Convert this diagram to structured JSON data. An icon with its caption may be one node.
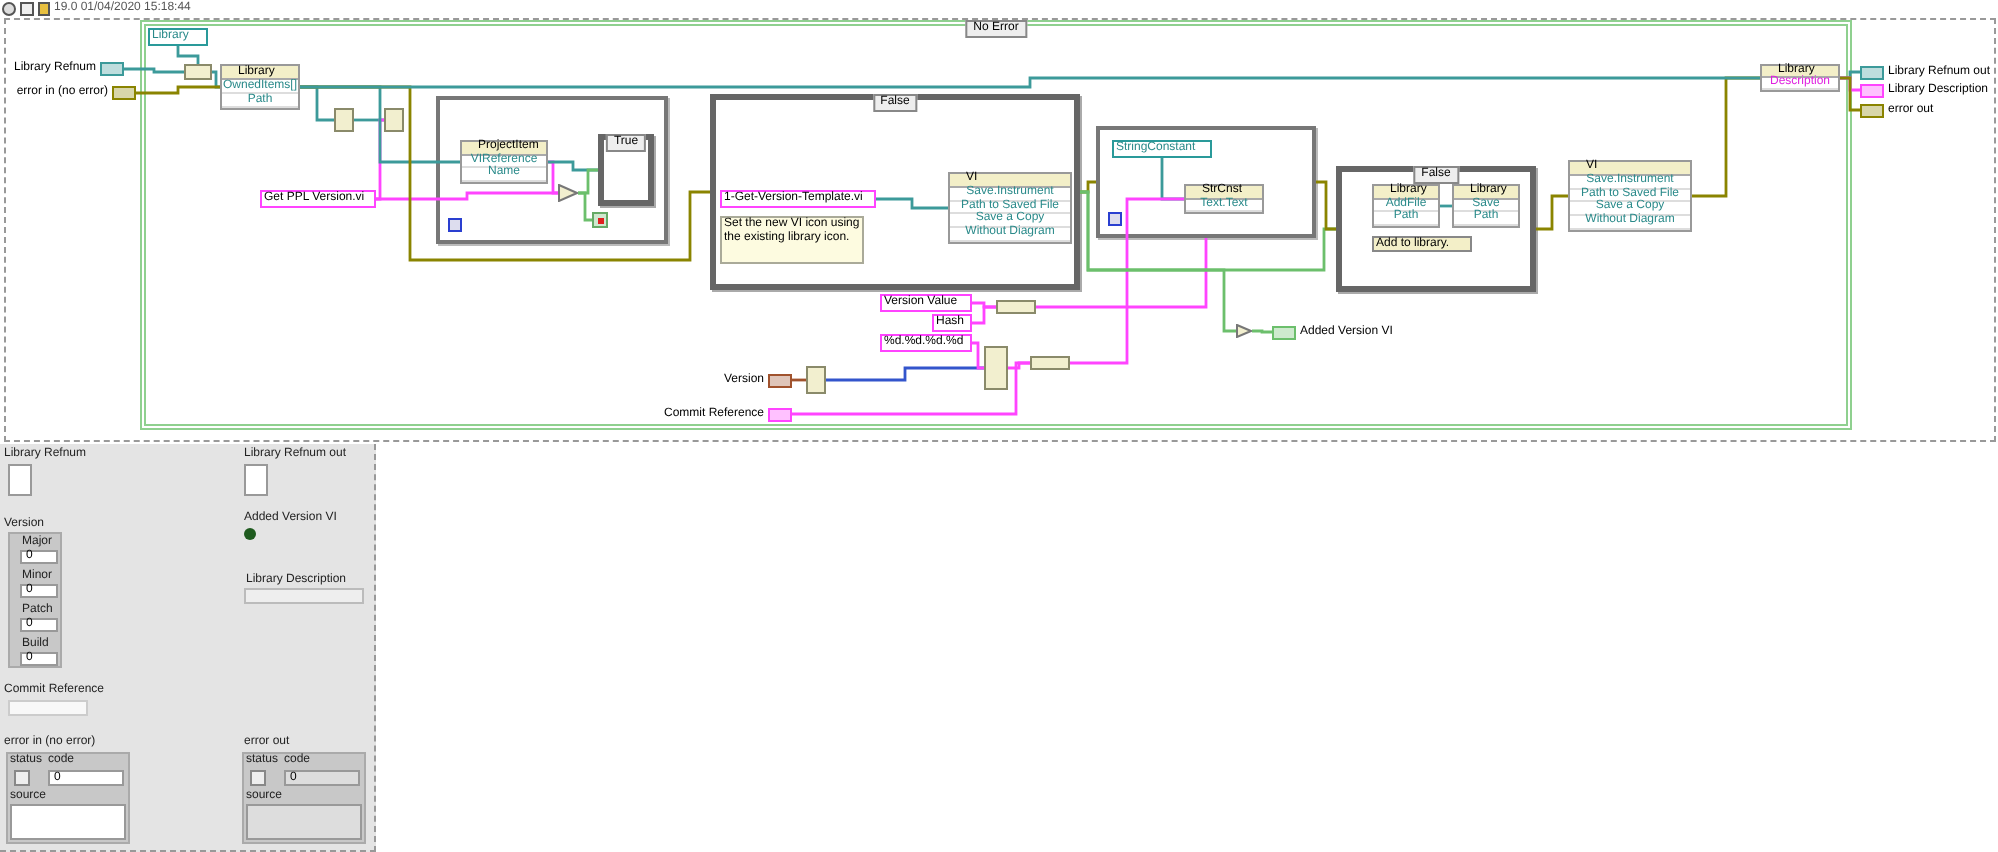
{
  "diagram": {
    "nodes": [
      {
        "text": [
          "No Error"
        ]
      },
      {
        "text": [
          "Library Refnum"
        ]
      },
      {
        "text": [
          "error in (no error)"
        ]
      },
      {
        "text": [
          "Library"
        ],
        "in": 0
      },
      {
        "text": [],
        "shape": "box",
        "in": 0
      },
      {
        "text": [
          "Library",
          "OwnedItems[]",
          "Path"
        ],
        "in": 0
      },
      {
        "text": [],
        "shape": "box",
        "in": 0
      },
      {
        "text": [],
        "shape": "box",
        "in": 0
      },
      {
        "text": [
          "Get PPL Version.vi"
        ],
        "in": 0
      },
      {
        "text": [],
        "shape": "box",
        "in": 0
      },
      {
        "text": [
          "ProjectItem",
          "VIReference",
          "Name"
        ],
        "in": 9
      },
      {
        "text": [],
        "shape": "triangle",
        "in": 9
      },
      {
        "text": [
          "True"
        ],
        "in": 9
      },
      {
        "text": [],
        "shape": "box",
        "in": 9
      },
      {
        "text": [
          "False"
        ],
        "in": 0
      },
      {
        "text": [
          "1-Get-Version-Template.vi"
        ],
        "in": 14
      },
      {
        "text": [
          "Set the new VI icon using the existing library icon."
        ],
        "in": 14
      },
      {
        "text": [
          "VI",
          "Save.Instrument",
          "Path to Saved File",
          "Save a Copy",
          "Without Diagram"
        ],
        "in": 14
      },
      {
        "text": [],
        "shape": "box",
        "in": 0
      },
      {
        "text": [
          "StringConstant"
        ],
        "in": 18
      },
      {
        "text": [
          "StrCnst",
          "Text.Text"
        ],
        "in": 18
      },
      {
        "text": [
          "False"
        ],
        "in": 0
      },
      {
        "text": [
          "Library",
          "AddFile",
          "Path"
        ],
        "in": 21
      },
      {
        "text": [
          "Add to library."
        ],
        "in": 21
      },
      {
        "text": [
          "Library",
          "Save",
          "Path"
        ],
        "in": 21
      },
      {
        "text": [
          "VI",
          "Save.Instrument",
          "Path to Saved File",
          "Save a Copy",
          "Without Diagram"
        ],
        "in": 0
      },
      {
        "text": [
          "Library",
          "Description"
        ],
        "in": 0
      },
      {
        "text": [
          "Version Value"
        ],
        "in": 0
      },
      {
        "text": [
          "Hash"
        ],
        "in": 0
      },
      {
        "text": [
          "%d.%d.%d.%d"
        ],
        "in": 0
      },
      {
        "text": [
          "Version"
        ],
        "in": 0
      },
      {
        "text": [
          "Commit Reference"
        ],
        "in": 0
      },
      {
        "text": [
          "Added Version VI"
        ],
        "in": 0
      },
      {
        "text": [
          "Library Refnum out"
        ]
      },
      {
        "text": [
          "Library Description"
        ]
      },
      {
        "text": [
          "error out"
        ]
      },
      {
        "text": [],
        "shape": "box",
        "in": 0
      },
      {
        "text": [],
        "shape": "box",
        "in": 0
      },
      {
        "text": [],
        "shape": "box",
        "in": 0
      },
      {
        "text": [],
        "shape": "box",
        "in": 0
      },
      {
        "text": [],
        "shape": "triangle",
        "in": 0
      }
    ],
    "edges": [
      {
        "from": 1,
        "to": 4,
        "arrow": "none"
      },
      {
        "from": 3,
        "to": 4,
        "arrow": "none"
      },
      {
        "from": 4,
        "to": 5,
        "arrow": "none"
      },
      {
        "from": 2,
        "to": 5,
        "arrow": "none",
        "color": "#8a8400"
      },
      {
        "from": 5,
        "to": 6,
        "arrow": "none"
      },
      {
        "from": 6,
        "to": 7,
        "arrow": "none"
      },
      {
        "from": 8,
        "to": 7,
        "arrow": "none",
        "color": "#ff44ff"
      },
      {
        "from": 5,
        "to": 10,
        "arrow": "none"
      },
      {
        "from": 8,
        "to": 11,
        "arrow": "none",
        "color": "#ff44ff"
      },
      {
        "from": 10,
        "to": 11,
        "arrow": "none",
        "color": "#ff44ff"
      },
      {
        "from": 10,
        "to": 12,
        "arrow": "none"
      },
      {
        "from": 11,
        "to": 12,
        "arrow": "none",
        "color": "#6cbf6c"
      },
      {
        "from": 11,
        "to": 13,
        "arrow": "none",
        "color": "#6cbf6c"
      },
      {
        "from": 5,
        "to": 14,
        "arrow": "none",
        "color": "#8a8400"
      },
      {
        "from": 15,
        "to": 17,
        "arrow": "none"
      },
      {
        "from": 14,
        "to": 18,
        "arrow": "none",
        "color": "#8a8400"
      },
      {
        "from": 19,
        "to": 20,
        "arrow": "none"
      },
      {
        "from": 27,
        "to": 36,
        "arrow": "none",
        "color": "#ff44ff"
      },
      {
        "from": 28,
        "to": 36,
        "arrow": "none",
        "color": "#ff44ff"
      },
      {
        "from": 36,
        "to": 18,
        "arrow": "none",
        "color": "#ff44ff"
      },
      {
        "from": 30,
        "to": 37,
        "arrow": "none",
        "color": "#a0522d"
      },
      {
        "from": 37,
        "to": 38,
        "arrow": "none",
        "color": "#3355cc"
      },
      {
        "from": 29,
        "to": 38,
        "arrow": "none",
        "color": "#ff44ff"
      },
      {
        "from": 38,
        "to": 39,
        "arrow": "none",
        "color": "#ff44ff"
      },
      {
        "from": 31,
        "to": 39,
        "arrow": "none",
        "color": "#ff44ff"
      },
      {
        "from": 39,
        "to": 20,
        "arrow": "none",
        "color": "#ff44ff"
      },
      {
        "from": 14,
        "to": 40,
        "arrow": "none",
        "color": "#6cbf6c"
      },
      {
        "from": 40,
        "to": 32,
        "arrow": "none",
        "color": "#6cbf6c"
      },
      {
        "from": 14,
        "to": 21,
        "arrow": "none",
        "color": "#6cbf6c"
      },
      {
        "from": 18,
        "to": 21,
        "arrow": "none",
        "color": "#8a8400"
      },
      {
        "from": 22,
        "to": 24,
        "arrow": "none"
      },
      {
        "from": 21,
        "to": 25,
        "arrow": "none",
        "color": "#8a8400"
      },
      {
        "from": 25,
        "to": 26,
        "arrow": "none",
        "color": "#8a8400"
      },
      {
        "from": 5,
        "to": 26,
        "arrow": "none"
      },
      {
        "from": 26,
        "to": 33,
        "arrow": "none"
      },
      {
        "from": 26,
        "to": 34,
        "arrow": "none",
        "color": "#ff44ff"
      },
      {
        "from": 26,
        "to": 35,
        "arrow": "none",
        "color": "#8a8400"
      }
    ],
    "labels": [
      "19.0 01/04/2020 15:18:44",
      "Library Refnum",
      "Library Refnum out",
      "Added Version VI",
      "Version",
      "Major",
      "0",
      "Minor",
      "0",
      "Library Description",
      "Patch",
      "0",
      "Build",
      "0",
      "Commit Reference",
      "error in (no error)",
      "error out",
      "status",
      "code",
      "0",
      "status",
      "code",
      "0",
      "source",
      "source"
    ]
  }
}
